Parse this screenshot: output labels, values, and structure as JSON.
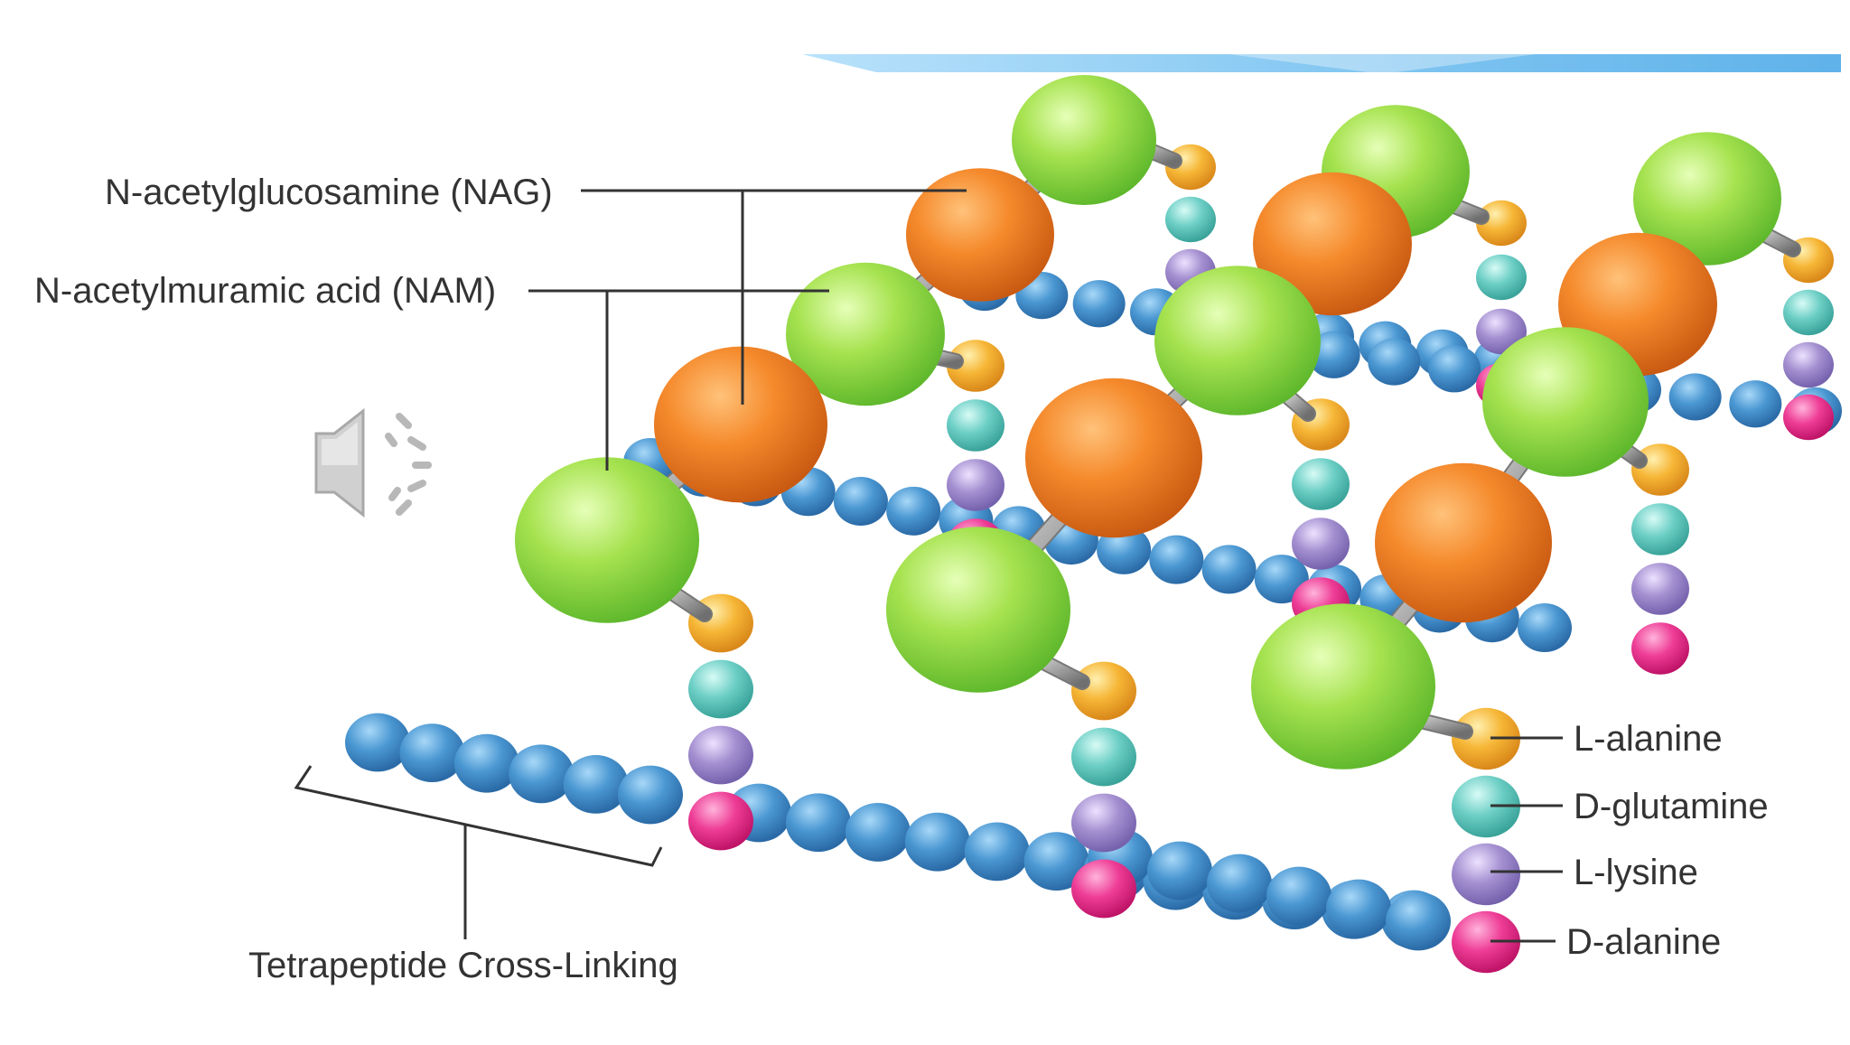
{
  "labels": {
    "nag": "N-acetylglucosamine (NAG)",
    "nam": "N-acetylmuramic acid (NAM)",
    "crosslink": "Tetrapeptide Cross-Linking",
    "l_alanine": "L-alanine",
    "d_glutamine": "D-glutamine",
    "l_lysine": "L-lysine",
    "d_alanine": "D-alanine"
  },
  "icons": {
    "speaker": "speaker-audio-icon"
  },
  "colors": {
    "nag": "#f08a2e",
    "nam": "#9bdc4a",
    "l_alanine": "#f5b432",
    "d_glutamine": "#6dcfc6",
    "l_lysine": "#a48fd0",
    "d_alanine": "#ee3d96",
    "backbone": "#4a97d2",
    "banner": "#9fd3f3"
  }
}
